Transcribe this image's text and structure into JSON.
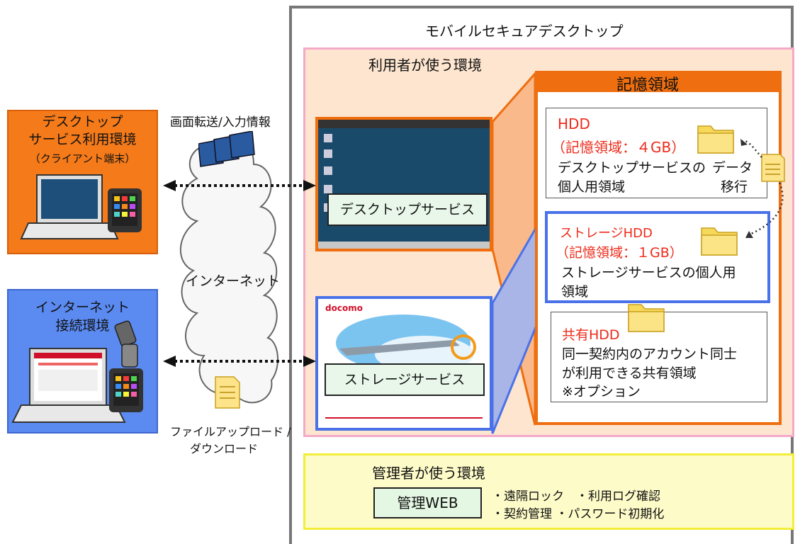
{
  "header": {
    "title": "モバイルセキュアデスクトップ"
  },
  "user_env": {
    "title": "利用者が使う環境"
  },
  "storage_area": {
    "title": "記憶領域",
    "hdd": {
      "name": "HDD",
      "capacity": "（記憶領域：４GB）",
      "desc_line1": "デスクトップサービスの",
      "desc_line2": "個人用領域"
    },
    "migration": {
      "line1": "データ",
      "line2": "移行"
    },
    "storage_hdd": {
      "name": "ストレージHDD",
      "capacity": "（記憶領域：１GB）",
      "desc_line1": "ストレージサービスの個人用",
      "desc_line2": "領域"
    },
    "shared_hdd": {
      "name": "共有HDD",
      "desc_line1": "同一契約内のアカウント同士",
      "desc_line2": "が利用できる共有領域",
      "desc_line3": "※オプション"
    }
  },
  "services": {
    "desktop": "デスクトップサービス",
    "storage": "ストレージサービス",
    "storage_logo": "docomo"
  },
  "left": {
    "desktop_env": {
      "line1": "デスクトップ",
      "line2": "サービス利用環境",
      "line3": "（クライアント端末）"
    },
    "internet_env": {
      "line1": "インターネット",
      "line2": "接続環境"
    }
  },
  "network": {
    "transfer_label": "画面転送/入力情報",
    "internet_label": "インターネット",
    "file_label_line1": "ファイルアップロード /",
    "file_label_line2": "ダウンロード"
  },
  "admin": {
    "title": "管理者が使う環境",
    "button": "管理WEB",
    "features_line1": "・遠隔ロック　・利用ログ確認",
    "features_line2": "・契約管理 ・パスワード初期化"
  },
  "colors": {
    "orange": "#ee6e10",
    "blue": "#4a72e8",
    "pink": "#f4a9c8",
    "yellow": "#f2ee3a",
    "red_text": "#ee2a1a"
  },
  "icons": [
    "folder-icon",
    "document-icon",
    "laptop-icon",
    "smartphone-icon",
    "flip-phone-icon",
    "cloud-icon",
    "screen-stack-icon"
  ]
}
